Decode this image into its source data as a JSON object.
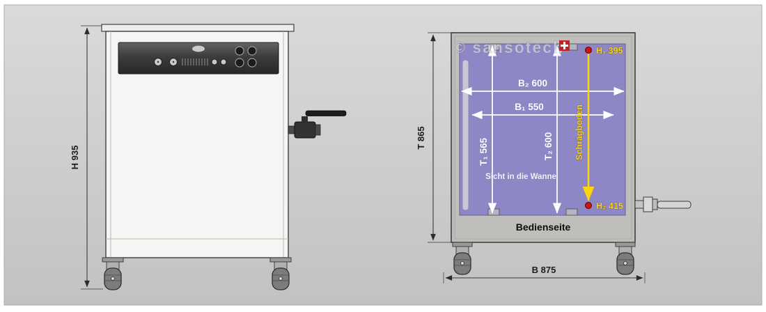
{
  "colors": {
    "background_gray": "#cdcdcd",
    "tank_overlay_purple": "#8e87c6",
    "highlight_yellow": "#ffd60a",
    "measure_point_red": "#d01212",
    "panel_dark": "#3a3a3a"
  },
  "watermark": {
    "text": "© sansotech"
  },
  "front_view": {
    "dim_height": "H 935"
  },
  "top_view": {
    "dim_depth_total": "T 865",
    "dim_width_total": "B 875",
    "dim_width_b2": "B₂ 600",
    "dim_width_b1": "B₁ 550",
    "dim_depth_t1": "T₁ 565",
    "dim_depth_t2": "T₂ 600",
    "dim_height_h1": "H₁ 395",
    "dim_height_h2": "H₂ 415",
    "slope_label": "Schrägboden",
    "view_label": "Sicht in die Wanne",
    "operator_side_label": "Bedienseite"
  }
}
